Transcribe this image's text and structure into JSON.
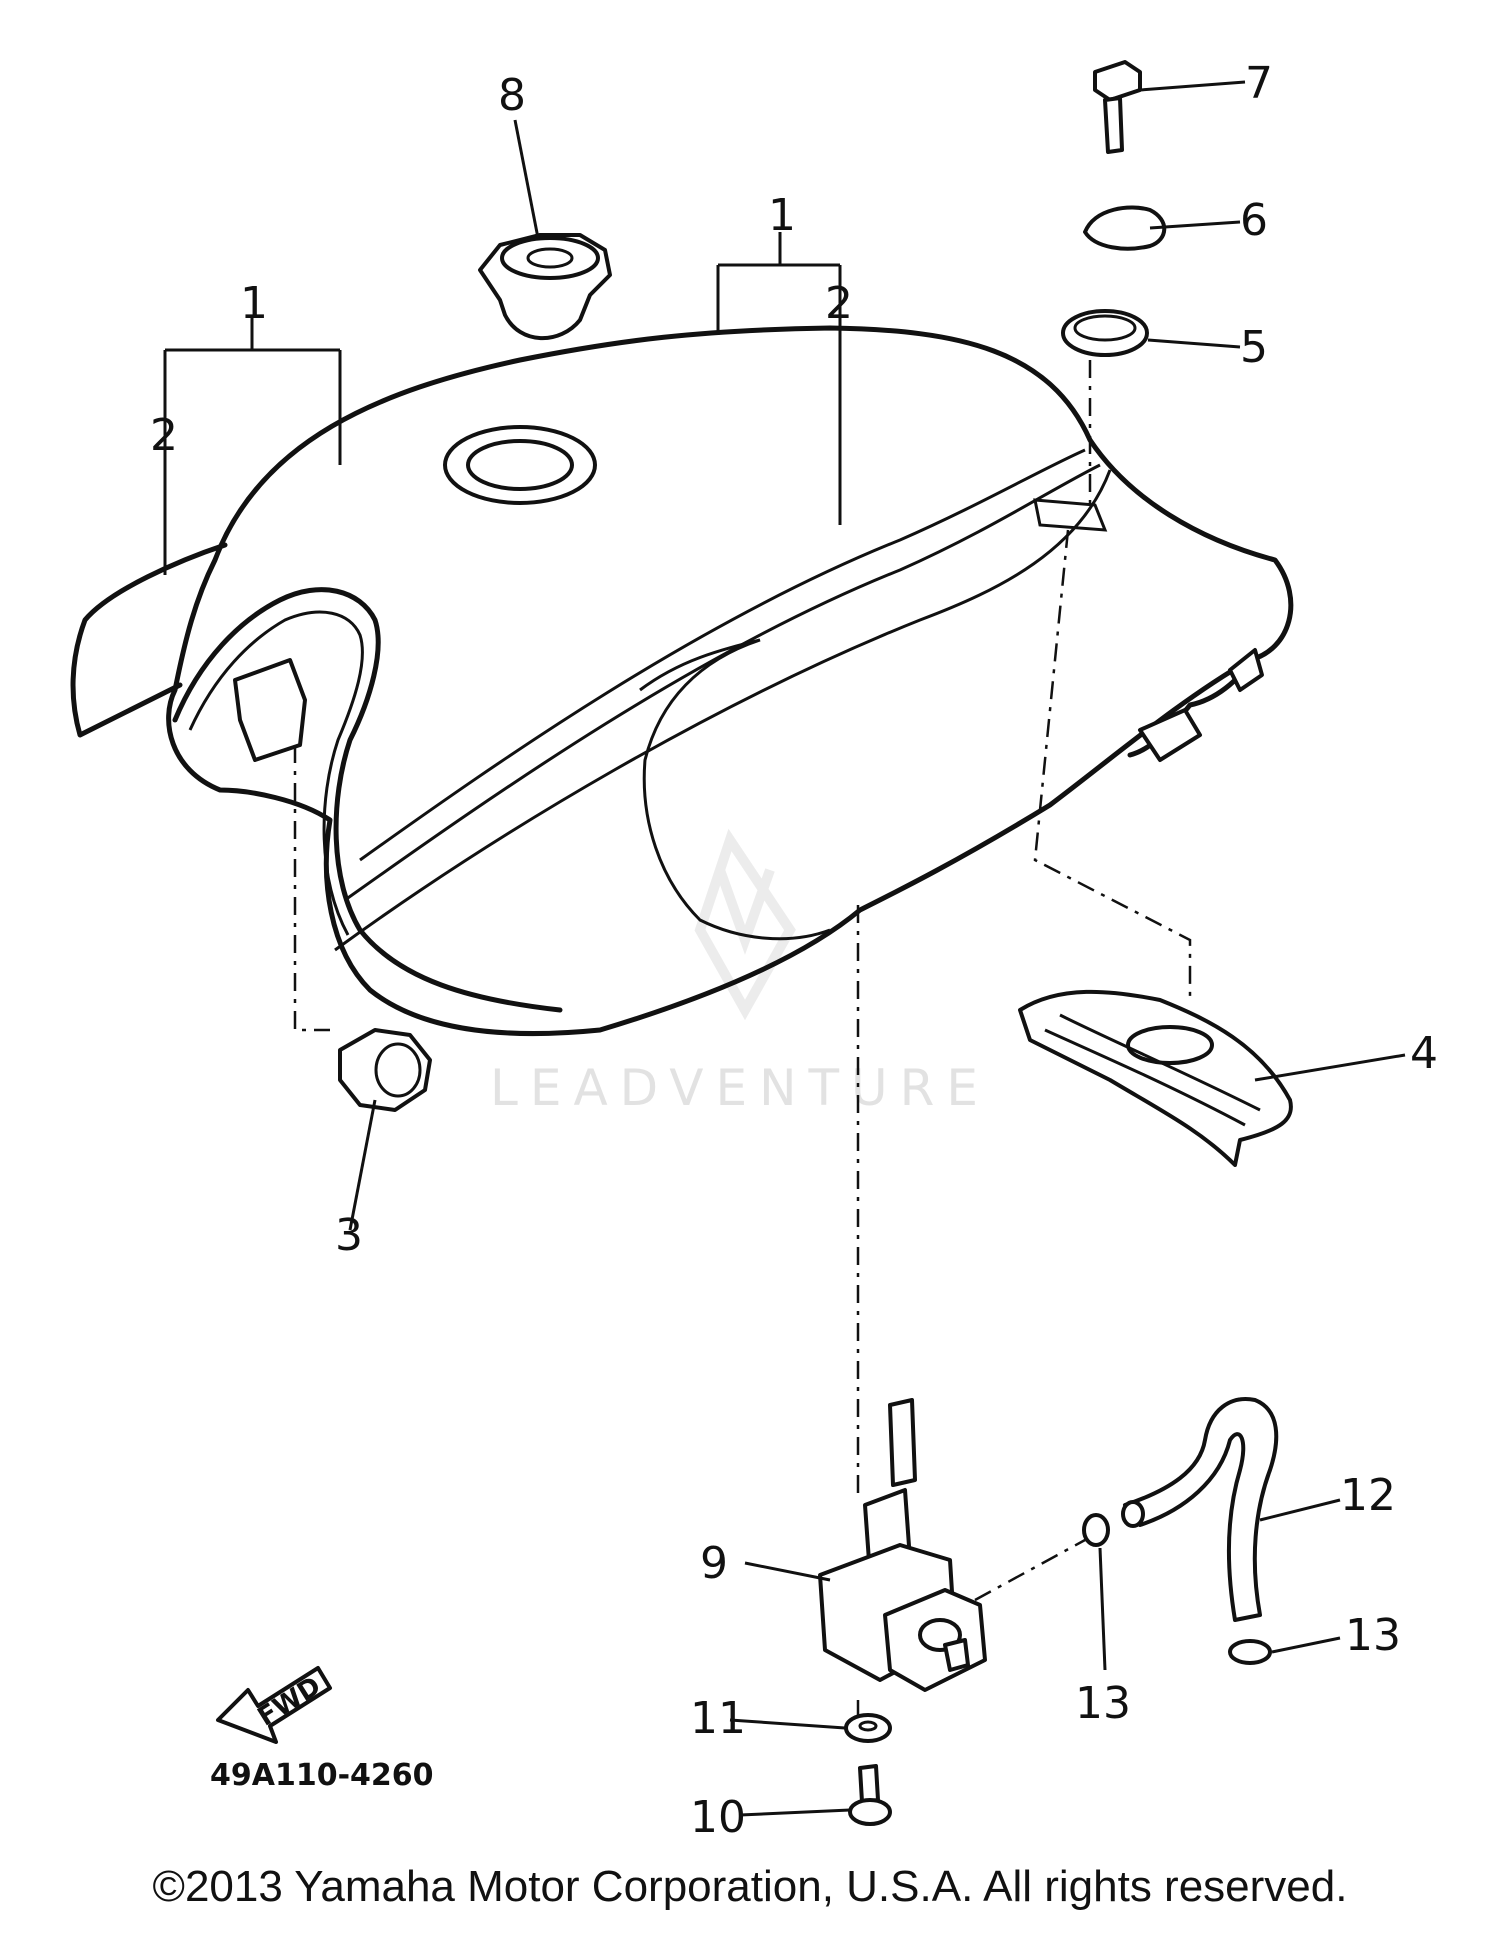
{
  "callouts": {
    "c1a": "1",
    "c1b": "1",
    "c2a": "2",
    "c2b": "2",
    "c3": "3",
    "c4": "4",
    "c5": "5",
    "c6": "6",
    "c7": "7",
    "c8": "8",
    "c9": "9",
    "c10": "10",
    "c11": "11",
    "c12": "12",
    "c13a": "13",
    "c13b": "13"
  },
  "diagram_code": "49A110-4260",
  "fwd_label": "FWD",
  "watermark": "LEADVENTURE",
  "copyright": "©2013 Yamaha Motor Corporation, U.S.A. All rights reserved."
}
